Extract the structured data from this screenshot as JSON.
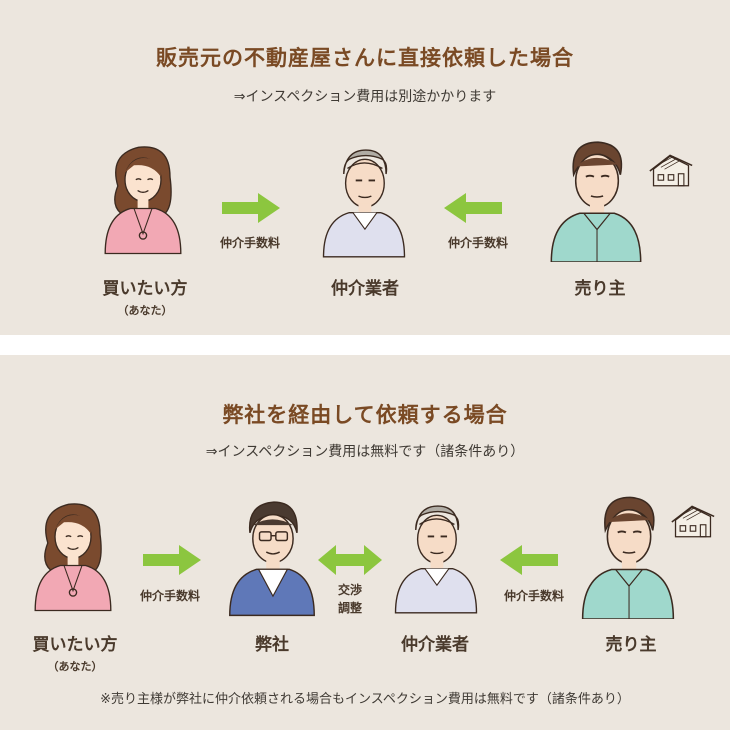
{
  "top": {
    "title": "販売元の不動産屋さんに直接依頼した場合",
    "subtitle": "⇒インスペクション費用は別途かかります",
    "buyer_label": "買いたい方",
    "buyer_sub": "（あなた）",
    "agent_label": "仲介業者",
    "seller_label": "売り主",
    "fee_left": "仲介手数料",
    "fee_right": "仲介手数料"
  },
  "bottom": {
    "title": "弊社を経由して依頼する場合",
    "subtitle": "⇒インスペクション費用は無料です（諸条件あり）",
    "buyer_label": "買いたい方",
    "buyer_sub": "（あなた）",
    "company_label": "弊社",
    "agent_label": "仲介業者",
    "seller_label": "売り主",
    "fee_left": "仲介手数料",
    "adjust_line1": "交渉",
    "adjust_line2": "調整",
    "fee_right": "仲介手数料"
  },
  "note": "※売り主様が弊社に仲介依頼される場合もインスペクション費用は無料です（諸条件あり）",
  "colors": {
    "panel_bg": "#ece6de",
    "title": "#7a4a24",
    "arrow": "#8cc63f",
    "buyer_shirt": "#f2a8b4",
    "agent_shirt": "#dfe0ee",
    "seller_shirt": "#9fd8cc",
    "company_cardigan": "#5f78b8"
  },
  "icons": {
    "woman": "woman-avatar-icon",
    "old_man": "old-man-avatar-icon",
    "man_glasses": "man-glasses-avatar-icon",
    "man": "man-avatar-icon",
    "house": "house-icon",
    "arrow_right": "arrow-right-icon",
    "arrow_left": "arrow-left-icon",
    "arrow_both": "arrow-both-icon"
  }
}
